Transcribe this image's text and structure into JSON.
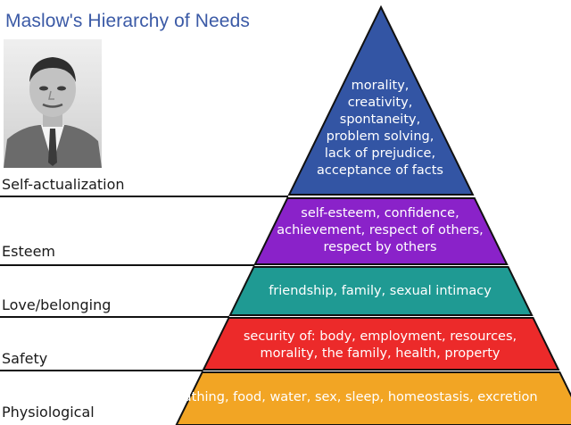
{
  "title": "Maslow's Hierarchy of Needs",
  "colors": {
    "self_actualization": "#3355a4",
    "esteem": "#8a22c9",
    "love": "#1f9a93",
    "safety": "#ec2a2a",
    "physiological": "#f2a524",
    "title": "#3b5aa6"
  },
  "levels": [
    {
      "label": "Self-actualization",
      "lines": [
        "morality,",
        "creativity,",
        "spontaneity,",
        "problem solving,",
        "lack of prejudice,",
        "acceptance of facts"
      ]
    },
    {
      "label": "Esteem",
      "lines": [
        "self-esteem, confidence,",
        "achievement, respect of others,",
        "respect by others"
      ]
    },
    {
      "label": "Love/belonging",
      "lines": [
        "friendship, family, sexual intimacy"
      ]
    },
    {
      "label": "Safety",
      "lines": [
        "security of: body, employment, resources,",
        "morality, the family, health, property"
      ]
    },
    {
      "label": "Physiological",
      "lines": [
        "breathing, food, water, sex, sleep, homeostasis, excretion"
      ]
    }
  ]
}
